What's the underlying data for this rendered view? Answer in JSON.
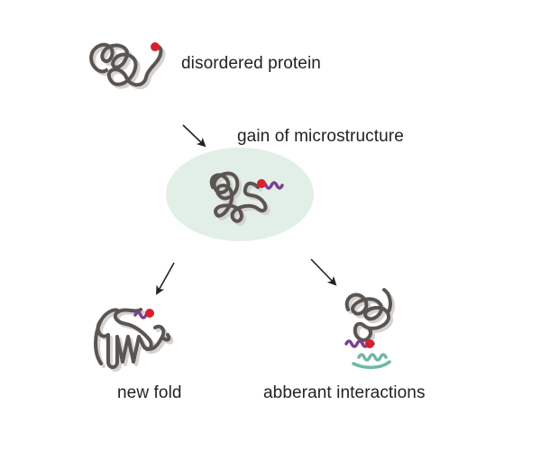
{
  "labels": {
    "disordered": "disordered protein",
    "gain": "gain of microstructure",
    "new_fold": "new fold",
    "abberant": "abberant interactions"
  },
  "colors": {
    "chain": "#5b5551",
    "chain_shadow": "#d4d3d2",
    "red_residue": "#d9202f",
    "helix_purple": "#7b3f91",
    "helix_teal": "#6fb8a4",
    "ellipse_fill": "#e2efe7",
    "arrow": "#222222",
    "text": "#222222"
  },
  "icons": [
    "disordered-protein-icon",
    "microstructure-protein-icon",
    "new-fold-protein-icon",
    "aberrant-complex-icon",
    "arrow-icon"
  ]
}
